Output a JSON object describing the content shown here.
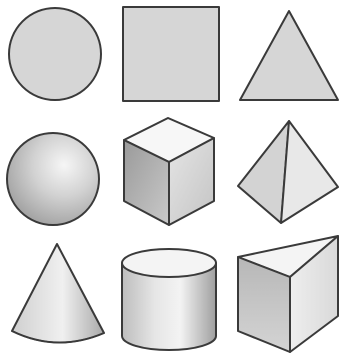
{
  "figure": {
    "background": "#ffffff",
    "stroke_color": "#3a3a3a",
    "flat_fill": "#d6d6d6",
    "shapes_2d": [
      "circle",
      "square",
      "triangle"
    ],
    "shapes_3d": [
      "sphere",
      "cube",
      "square-pyramid",
      "cone",
      "cylinder",
      "triangular-prism"
    ]
  }
}
